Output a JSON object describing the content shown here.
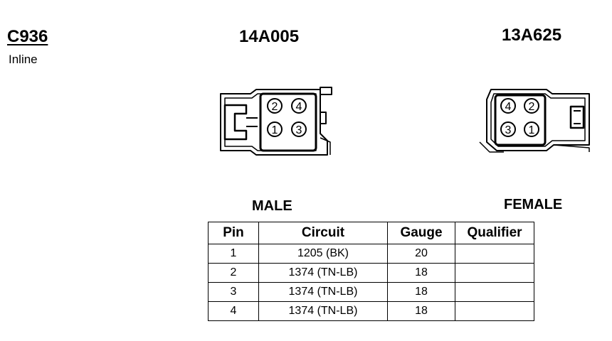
{
  "connector": {
    "id": "C936",
    "type": "Inline"
  },
  "sides": [
    {
      "part_number": "14A005",
      "gender": "MALE",
      "cavities": [
        "2",
        "4",
        "1",
        "3"
      ]
    },
    {
      "part_number": "13A625",
      "gender": "FEMALE",
      "cavities": [
        "4",
        "2",
        "3",
        "1"
      ]
    }
  ],
  "pin_table": {
    "headers": [
      "Pin",
      "Circuit",
      "Gauge",
      "Qualifier"
    ],
    "rows": [
      {
        "pin": "1",
        "circuit": "1205 (BK)",
        "gauge": "20",
        "qualifier": ""
      },
      {
        "pin": "2",
        "circuit": "1374 (TN-LB)",
        "gauge": "18",
        "qualifier": ""
      },
      {
        "pin": "3",
        "circuit": "1374 (TN-LB)",
        "gauge": "18",
        "qualifier": ""
      },
      {
        "pin": "4",
        "circuit": "1374 (TN-LB)",
        "gauge": "18",
        "qualifier": ""
      }
    ]
  }
}
